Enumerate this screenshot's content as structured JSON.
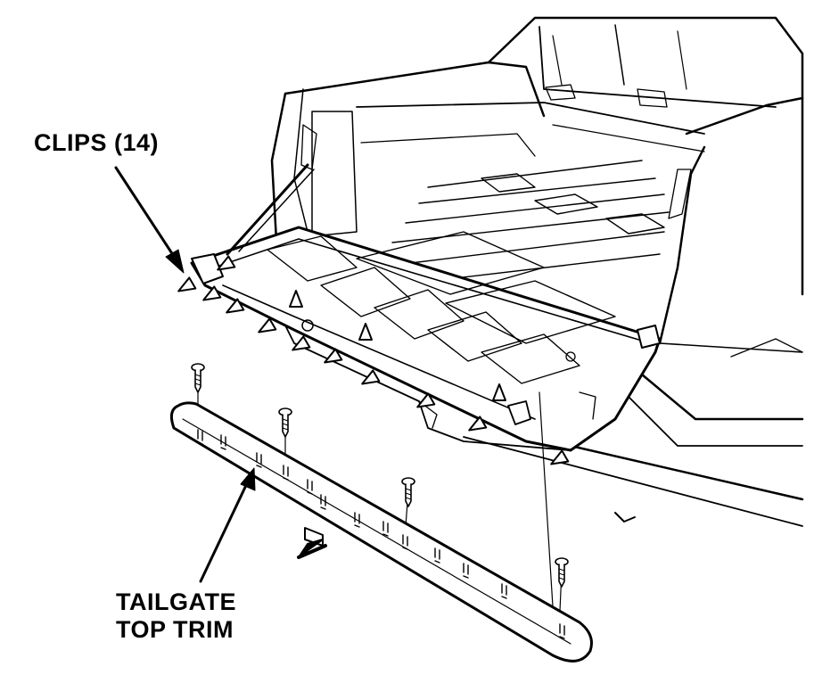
{
  "labels": {
    "clips": "CLIPS (14)",
    "trim_line1": "TAILGATE",
    "trim_line2": "TOP TRIM"
  },
  "clip_count": 14,
  "colors": {
    "ink": "#000000",
    "paper": "#ffffff"
  },
  "icons": [
    "clip-marker-icon",
    "screw-icon",
    "direction-arrow-icon"
  ]
}
